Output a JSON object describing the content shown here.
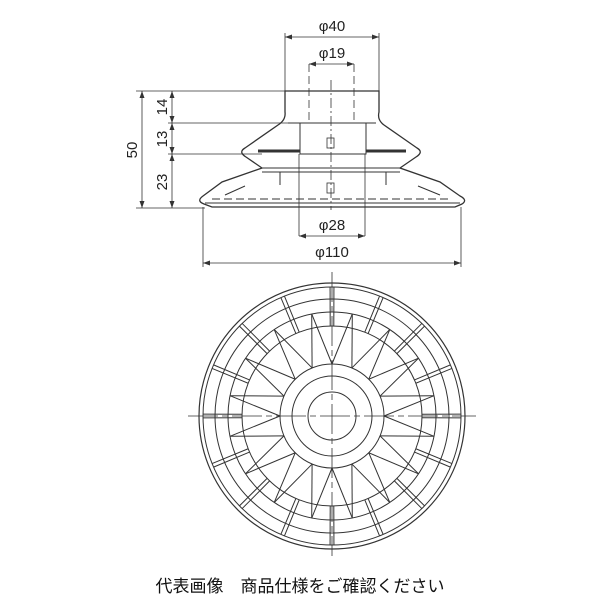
{
  "dimensions": {
    "top_diameter": "φ40",
    "bore_diameter": "φ19",
    "base_inner_diameter": "φ28",
    "pad_diameter": "φ110",
    "total_height": "50",
    "neck_height": "14",
    "bellows_height": "13",
    "skirt_height": "23"
  },
  "caption": "代表画像　商品仕様をご確認ください",
  "colors": {
    "line": "#333333",
    "background": "#ffffff"
  }
}
